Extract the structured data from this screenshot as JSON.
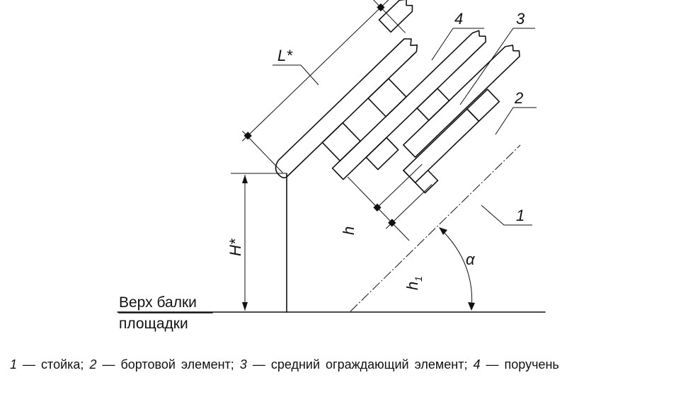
{
  "labels": {
    "part_4": "4",
    "part_3": "3",
    "part_2": "2",
    "part_1": "1",
    "length": "L*",
    "height": "H*",
    "h_upper": "h",
    "h_lower": "h",
    "h_lower_sub": "1",
    "angle": "α"
  },
  "reference_text": {
    "line1": "Верх балки",
    "line2": "площадки"
  },
  "legend": {
    "items": [
      {
        "num": "1",
        "text": "— стойка;"
      },
      {
        "num": "2",
        "text": "— бортовой элемент;"
      },
      {
        "num": "3",
        "text": "— средний ограждающий элемент;"
      },
      {
        "num": "4",
        "text": "— поручень"
      }
    ]
  }
}
